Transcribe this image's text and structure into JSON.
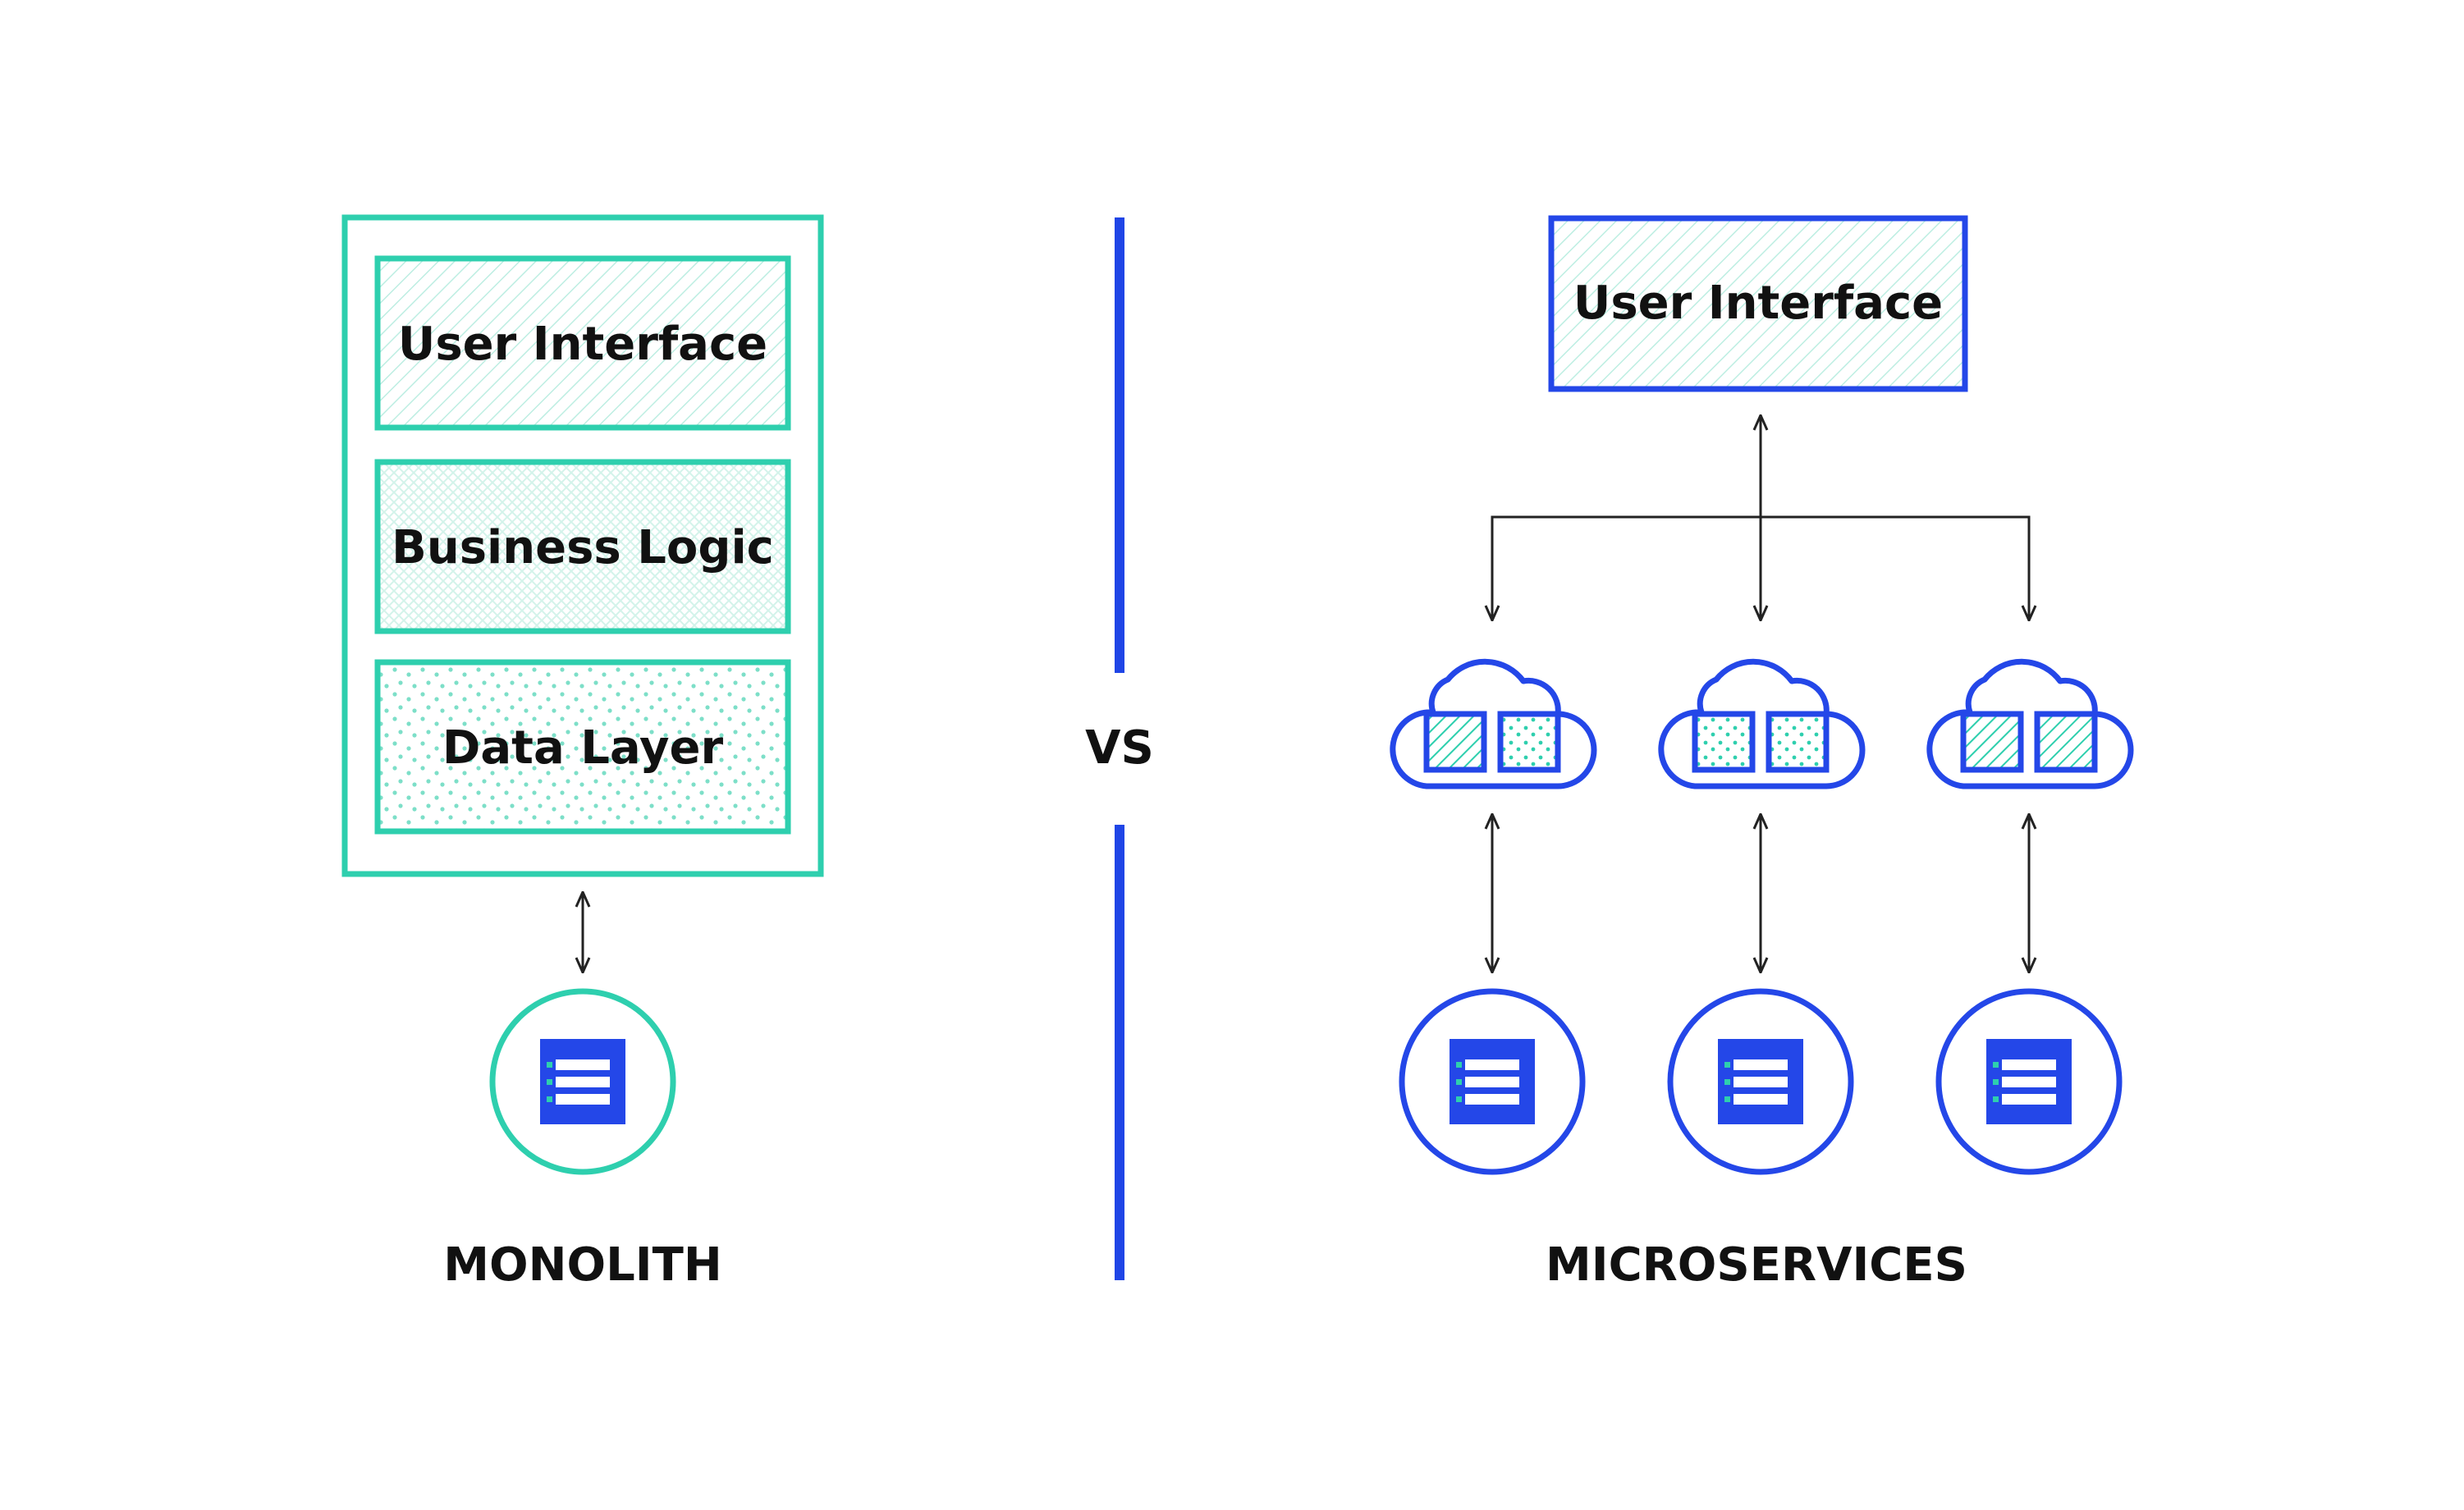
{
  "colors": {
    "monolith": "#2ecfae",
    "microservices": "#2447e8",
    "text": "#111111",
    "arrow": "#222222",
    "divider": "#1f45e6",
    "background": "#ffffff"
  },
  "monolith": {
    "layers": [
      {
        "label": "User Interface",
        "pattern": "diagonal-hatch"
      },
      {
        "label": "Business Logic",
        "pattern": "cross-hatch"
      },
      {
        "label": "Data Layer",
        "pattern": "dots"
      }
    ],
    "database_icon": "database-server-icon",
    "caption": "MONOLITH"
  },
  "divider": {
    "label": "VS"
  },
  "microservices": {
    "ui": {
      "label": "User Interface",
      "pattern": "diagonal-hatch"
    },
    "services": [
      {
        "icon": "cloud-icon",
        "modules": [
          "diagonal-hatch",
          "dots"
        ],
        "database_icon": "database-server-icon"
      },
      {
        "icon": "cloud-icon",
        "modules": [
          "dots",
          "dots"
        ],
        "database_icon": "database-server-icon"
      },
      {
        "icon": "cloud-icon",
        "modules": [
          "diagonal-hatch",
          "diagonal-hatch"
        ],
        "database_icon": "database-server-icon"
      }
    ],
    "caption": "MICROSERVICES"
  }
}
